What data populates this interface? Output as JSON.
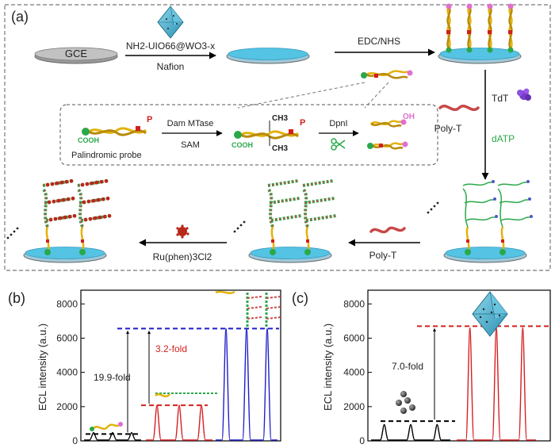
{
  "panel_a": {
    "label": "(a)",
    "gce": "GCE",
    "mof_reagent": "NH2-UIO66@WO3-x",
    "nafion": "Nafion",
    "edc_nhs": "EDC/NHS",
    "tdt": "TdT",
    "datp": "dATP",
    "poly_t": "Poly-T",
    "poly_t_2": "Poly-T",
    "ru_reagent": "Ru(phen)3Cl2",
    "probe_name": "Palindromic probe",
    "cooh": "COOH",
    "cooh_2": "COOH",
    "p_label": "P",
    "p_label_2": "P",
    "dam_mtase": "Dam MTase",
    "sam": "SAM",
    "ch3_top": "CH3",
    "ch3_bottom": "CH3",
    "dpni": "DpnI",
    "oh": "OH"
  },
  "panel_b": {
    "label": "(b)",
    "ylabel": "ECL intensity (a.u.)",
    "fold_19": "19.9-fold",
    "fold_3": "3.2-fold"
  },
  "panel_c": {
    "label": "(c)",
    "ylabel": "ECL intensity (a.u.)",
    "fold_7": "7.0-fold"
  },
  "chart_data": [
    {
      "type": "line",
      "panel": "(b)",
      "ylabel": "ECL intensity (a.u.)",
      "ylim": [
        0,
        8800
      ],
      "yticks": [
        0,
        2000,
        4000,
        6000,
        8000
      ],
      "series": [
        {
          "color": "#000000",
          "peaks": [
            480,
            480,
            480
          ]
        },
        {
          "color": "#d42020",
          "peaks": [
            2080,
            2080,
            2080
          ]
        },
        {
          "color": "#1f1fc8",
          "peaks": [
            6560,
            6560,
            6560
          ]
        }
      ],
      "reference_lines": [
        {
          "color": "#000000",
          "y": 400
        },
        {
          "color": "#d42020",
          "y": 2080
        },
        {
          "color": "#1f1fc8",
          "y": 6560
        }
      ]
    },
    {
      "type": "line",
      "panel": "(c)",
      "ylabel": "ECL intensity (a.u.)",
      "ylim": [
        0,
        8800
      ],
      "yticks": [
        0,
        2000,
        4000,
        6000,
        8000
      ],
      "series": [
        {
          "color": "#000000",
          "peaks": [
            950,
            950,
            950
          ]
        },
        {
          "color": "#d42020",
          "peaks": [
            6600,
            6600,
            6600
          ]
        }
      ],
      "reference_lines": [
        {
          "color": "#000000",
          "y": 1150
        },
        {
          "color": "#d42020",
          "y": 6700
        }
      ]
    }
  ]
}
